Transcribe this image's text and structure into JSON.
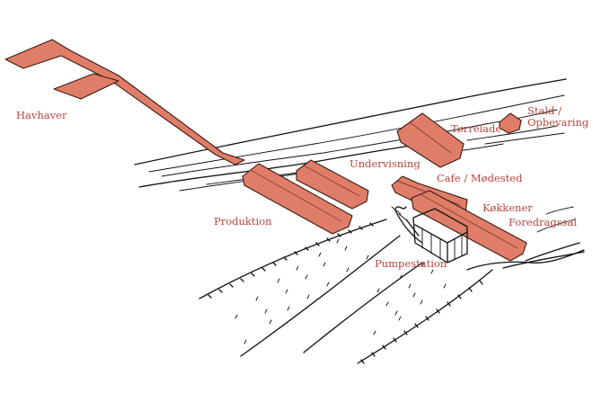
{
  "colors": {
    "building_fill": "#e07d68",
    "label_color": "#b8453a",
    "ink": "#111111"
  },
  "labels": {
    "havhaver": "Havhaver",
    "torrelade": "Tørrelade",
    "stald": "Stald /",
    "opbevaring": "Opbevaring",
    "undervisning": "Undervisning",
    "cafe": "Cafe / Mødested",
    "kokkener": "Køkkener",
    "foredragssal": "Foredragssal",
    "produktion": "Produktion",
    "pumpestation": "Pumpestation"
  }
}
